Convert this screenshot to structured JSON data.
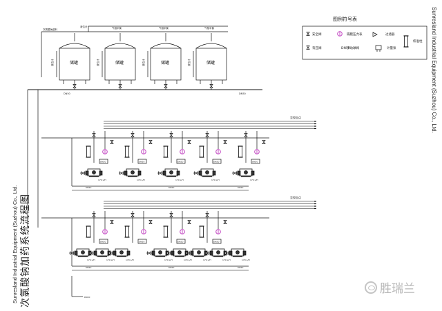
{
  "legend": {
    "title": "图例符号表",
    "items": [
      {
        "symbol": "safety-valve",
        "label": "安全阀"
      },
      {
        "symbol": "back-pressure-valve",
        "label": "背压阀"
      },
      {
        "symbol": "diaphragm-damper",
        "label": "隔膜压力表"
      },
      {
        "symbol": "manual-valve",
        "label": "手动球阀"
      },
      {
        "symbol": "filter",
        "label": "过滤器"
      },
      {
        "symbol": "flowmeter",
        "label": "计量泵"
      },
      {
        "symbol": "calibration-column",
        "label": "校准柱"
      }
    ],
    "valve_code": "DN50"
  },
  "tanks": [
    {
      "label": "储罐"
    },
    {
      "label": "储罐"
    },
    {
      "label": "储罐"
    },
    {
      "label": "储罐"
    }
  ],
  "top_pipe_labels": [
    "液位计",
    "气相平衡",
    "气相平衡",
    "气相平衡"
  ],
  "inlet_label": "次氯酸钠进料",
  "tank_side_labels": [
    "液位计",
    "液位计",
    "液位计",
    "液位计"
  ],
  "main_header_labels": [
    "DN50",
    "DN50"
  ],
  "section_outlet_label": "至投加点",
  "pipe_size": "DN20",
  "pump_flow": "170 L/H",
  "side_title": {
    "company_en": "Sunresland Industrial Equipment (Suzhou) Co., Ltd.",
    "title_cn": "次氯酸钠加药系统流程图"
  },
  "right_company": "Sunresland Industrial Equipment (Suzhou) Co., Ltd.",
  "watermark": "胜瑞兰"
}
